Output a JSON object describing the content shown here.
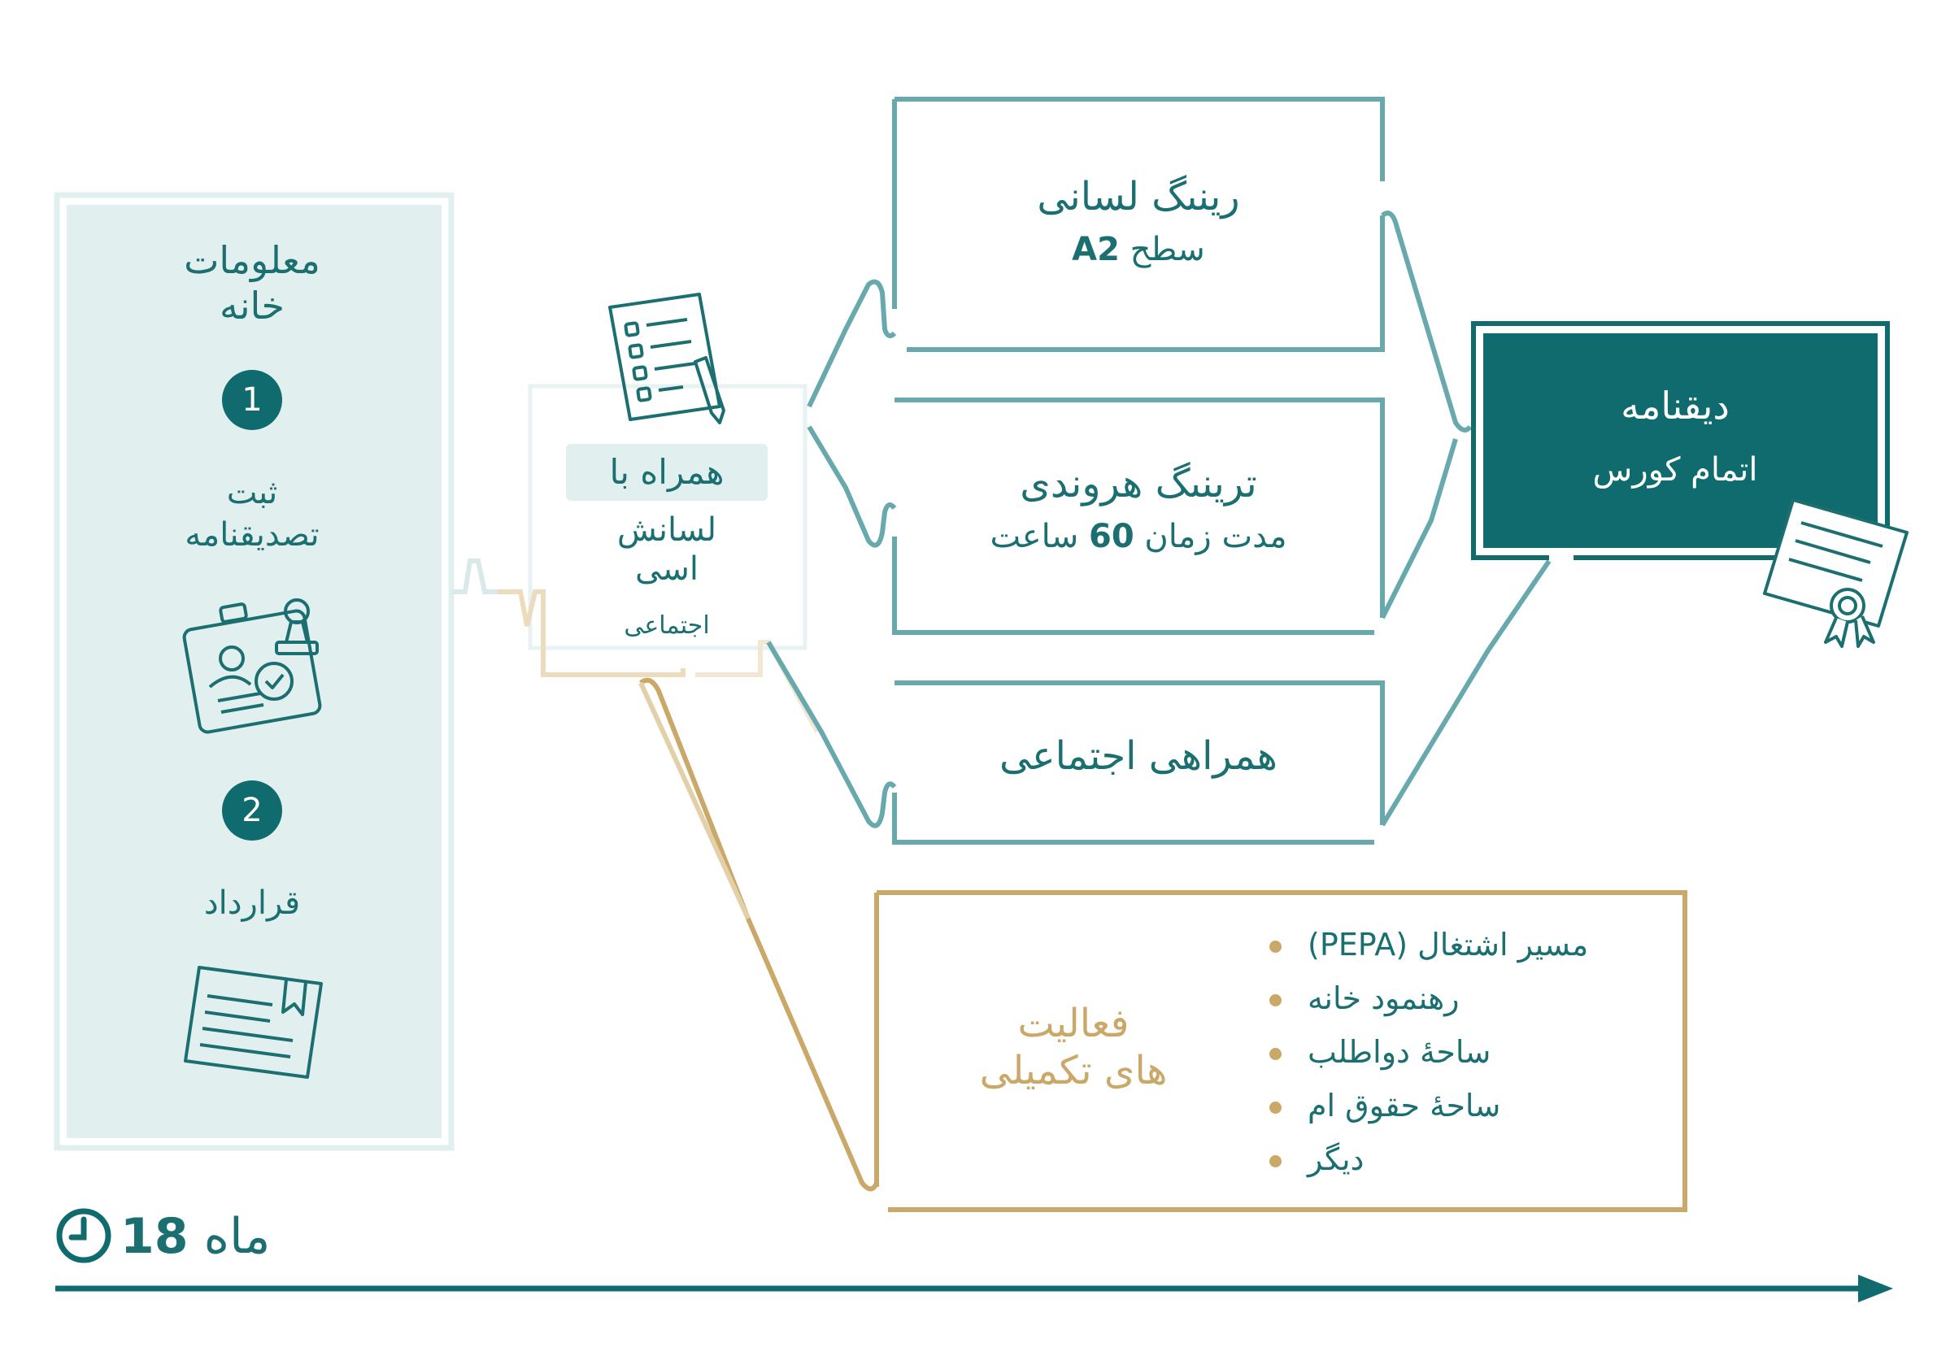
{
  "left_panel": {
    "title": "معلومات\nخانه",
    "step1": {
      "number": "1",
      "label": "ثبت\nتصدیقنامه",
      "icon": "id-card-stamp-icon"
    },
    "step2": {
      "number": "2",
      "label": "قرارداد",
      "icon": "contract-document-icon"
    }
  },
  "center": {
    "badge": "همراه با",
    "title": "لسانش\nاسی",
    "subtitle": "اجتماعی",
    "icon": "checklist-clipboard-icon"
  },
  "boxes": {
    "language": {
      "title": "رینںگ لسانی",
      "subtitle_label": "سطح",
      "subtitle_value": "A2"
    },
    "orientation": {
      "title": "ترینںگ هروندی",
      "subtitle_prefix": "مدت زمان",
      "subtitle_value": "60",
      "subtitle_suffix": "ساعت"
    },
    "social": {
      "title": "همراهی اجتماعی"
    }
  },
  "certificate": {
    "title": "دیقنامه",
    "subtitle": "اتمام کورس",
    "icon": "certificate-icon"
  },
  "activities": {
    "title": "فعالیت\nهای تکمیلی",
    "items": [
      "مسیر اشتغال (PEPA)",
      "رهنمود خانه",
      "ساحۀ دواطلب",
      "ساحۀ حقوق ام",
      "دیگر"
    ]
  },
  "timeline": {
    "number": "18",
    "unit": "ماه",
    "icon": "clock-icon"
  },
  "colors": {
    "teal": "#1b6f71",
    "teal_light": "#68a9ae",
    "panel_bg": "#e2efef",
    "gold": "#caa868",
    "gold_light": "#ecdcbe"
  }
}
